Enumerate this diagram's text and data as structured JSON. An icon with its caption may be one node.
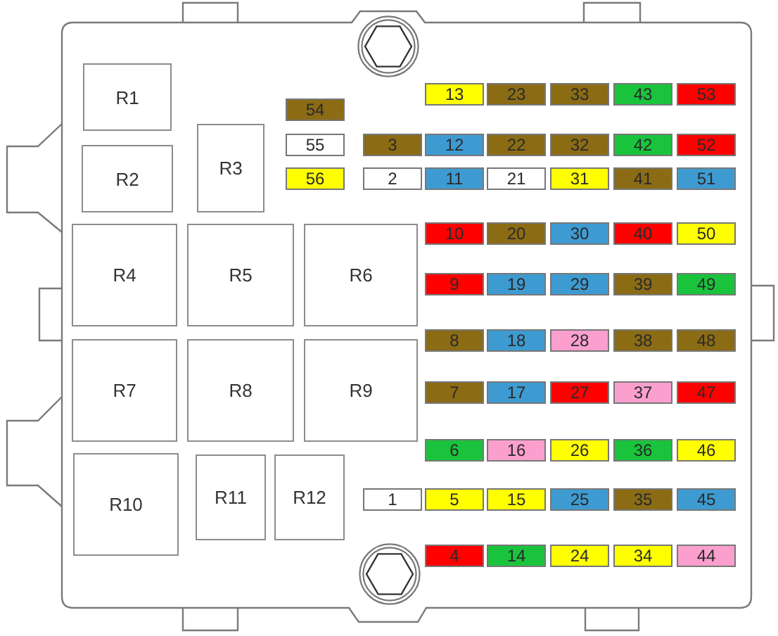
{
  "diagram": {
    "nodes": [
      {
        "text": [
          "R1"
        ]
      },
      {
        "text": [
          "R2"
        ]
      },
      {
        "text": [
          "R3"
        ]
      },
      {
        "text": [
          "R4"
        ]
      },
      {
        "text": [
          "R5"
        ]
      },
      {
        "text": [
          "R6"
        ]
      },
      {
        "text": [
          "R7"
        ]
      },
      {
        "text": [
          "R8"
        ]
      },
      {
        "text": [
          "R9"
        ]
      },
      {
        "text": [
          "R10"
        ]
      },
      {
        "text": [
          "R11"
        ]
      },
      {
        "text": [
          "R12"
        ]
      },
      {
        "text": [
          "13"
        ]
      },
      {
        "text": [
          "23"
        ]
      },
      {
        "text": [
          "33"
        ]
      },
      {
        "text": [
          "43"
        ]
      },
      {
        "text": [
          "53"
        ]
      },
      {
        "text": [
          "54"
        ]
      },
      {
        "text": [
          "55"
        ]
      },
      {
        "text": [
          "3"
        ]
      },
      {
        "text": [
          "12"
        ]
      },
      {
        "text": [
          "22"
        ]
      },
      {
        "text": [
          "32"
        ]
      },
      {
        "text": [
          "42"
        ]
      },
      {
        "text": [
          "52"
        ]
      },
      {
        "text": [
          "56"
        ]
      },
      {
        "text": [
          "2"
        ]
      },
      {
        "text": [
          "11"
        ]
      },
      {
        "text": [
          "21"
        ]
      },
      {
        "text": [
          "31"
        ]
      },
      {
        "text": [
          "41"
        ]
      },
      {
        "text": [
          "51"
        ]
      },
      {
        "text": [
          "10"
        ]
      },
      {
        "text": [
          "20"
        ]
      },
      {
        "text": [
          "30"
        ]
      },
      {
        "text": [
          "40"
        ]
      },
      {
        "text": [
          "50"
        ]
      },
      {
        "text": [
          "9"
        ]
      },
      {
        "text": [
          "19"
        ]
      },
      {
        "text": [
          "29"
        ]
      },
      {
        "text": [
          "39"
        ]
      },
      {
        "text": [
          "49"
        ]
      },
      {
        "text": [
          "8"
        ]
      },
      {
        "text": [
          "18"
        ]
      },
      {
        "text": [
          "28"
        ]
      },
      {
        "text": [
          "38"
        ]
      },
      {
        "text": [
          "48"
        ]
      },
      {
        "text": [
          "7"
        ]
      },
      {
        "text": [
          "17"
        ]
      },
      {
        "text": [
          "27"
        ]
      },
      {
        "text": [
          "37"
        ]
      },
      {
        "text": [
          "47"
        ]
      },
      {
        "text": [
          "6"
        ]
      },
      {
        "text": [
          "16"
        ]
      },
      {
        "text": [
          "26"
        ]
      },
      {
        "text": [
          "36"
        ]
      },
      {
        "text": [
          "46"
        ]
      },
      {
        "text": [
          "1"
        ]
      },
      {
        "text": [
          "5"
        ]
      },
      {
        "text": [
          "15"
        ]
      },
      {
        "text": [
          "25"
        ]
      },
      {
        "text": [
          "35"
        ]
      },
      {
        "text": [
          "45"
        ]
      },
      {
        "text": [
          "4"
        ]
      },
      {
        "text": [
          "14"
        ]
      },
      {
        "text": [
          "24"
        ]
      },
      {
        "text": [
          "34"
        ]
      },
      {
        "text": [
          "44"
        ]
      }
    ]
  }
}
